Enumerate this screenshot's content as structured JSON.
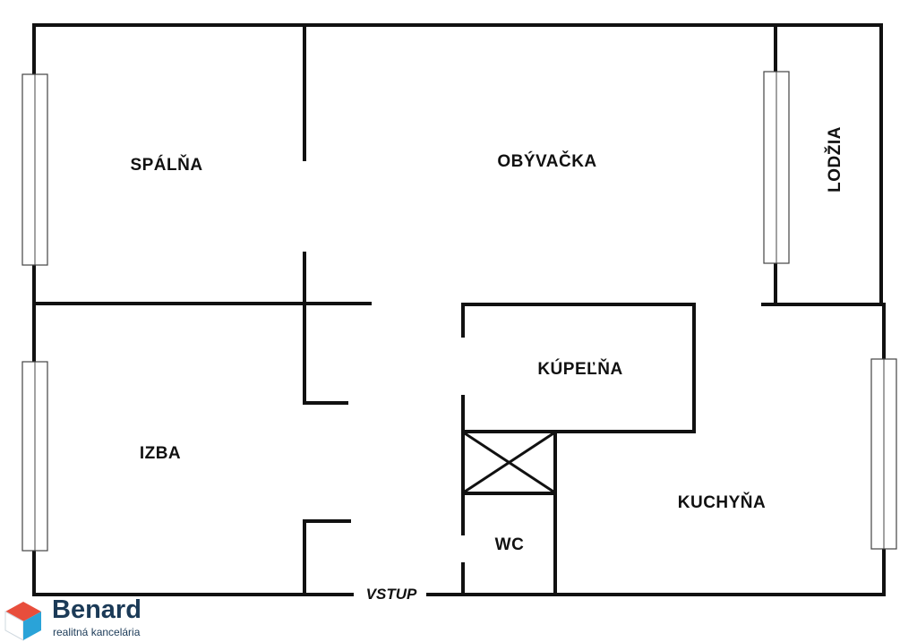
{
  "rooms": {
    "spalna": "SPÁLŇA",
    "obyvacka": "OBÝVAČKA",
    "lodzia": "LODŽIA",
    "izba": "IZBA",
    "kupelna": "KÚPEĽŇA",
    "kuchyna": "KUCHYŇA",
    "wc": "WC"
  },
  "entrance": "VSTUP",
  "logo": {
    "name": "Benard",
    "tagline": "realitná kancelária",
    "colors": {
      "red": "#e84e3c",
      "blue": "#2aa3d8",
      "dark": "#1b3a57"
    }
  }
}
